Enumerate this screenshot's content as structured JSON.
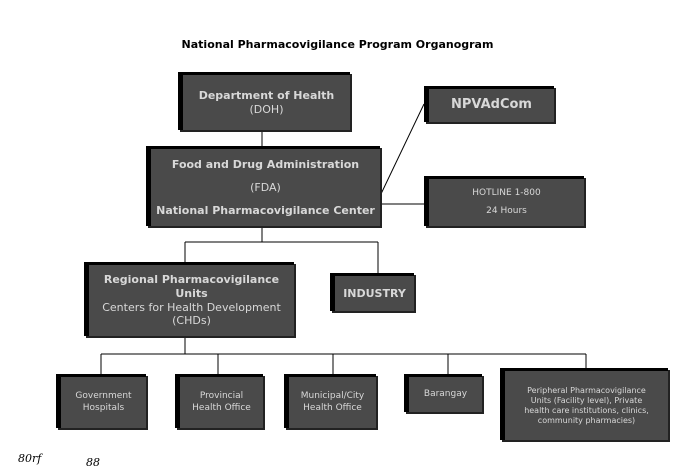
{
  "title": "National Pharmacovigilance Program Organogram",
  "nodes": {
    "doh": {
      "line1": "Department of Health",
      "line2": "(DOH)"
    },
    "fda": {
      "line1": "Food and Drug Administration",
      "line2": "(FDA)",
      "line3": "National Pharmacovigilance Center"
    },
    "npvadcom": {
      "label": "NPVAdCom"
    },
    "hotline": {
      "line1": "HOTLINE 1-800",
      "line2": "24 Hours"
    },
    "rpu": {
      "line1": "Regional Pharmacovigilance Units",
      "line2": "Centers for Health Development",
      "line3": "(CHDs)"
    },
    "industry": {
      "label": "INDUSTRY"
    },
    "gov_hospitals": {
      "line1": "Government",
      "line2": "Hospitals"
    },
    "provincial": {
      "line1": "Provincial",
      "line2": "Health Office"
    },
    "municipal": {
      "line1": "Municipal/City",
      "line2": "Health Office"
    },
    "barangay": {
      "label": "Barangay"
    },
    "peripheral": {
      "line1": "Peripheral Pharmacovigilance",
      "line2": "Units (Facility level), Private",
      "line3": "health care institutions, clinics,",
      "line4": "community pharmacies)"
    }
  },
  "handwriting": {
    "note1": "80rf",
    "note2": "88"
  }
}
